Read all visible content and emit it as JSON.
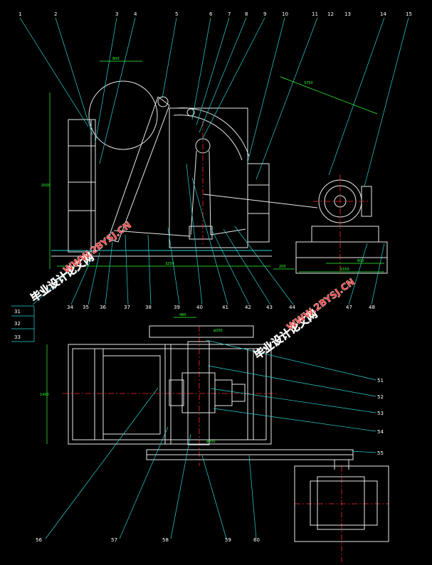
{
  "callouts_top": [
    "1",
    "2",
    "3",
    "4",
    "5",
    "6",
    "7",
    "8",
    "9",
    "10",
    "11",
    "12",
    "13",
    "14",
    "15"
  ],
  "callouts_bottom_row": [
    "34",
    "35",
    "36",
    "37",
    "38",
    "39",
    "40",
    "41",
    "42",
    "43",
    "44",
    "47",
    "48"
  ],
  "callouts_left_stack": [
    "31",
    "32",
    "33"
  ],
  "callouts_right": [
    "51",
    "52",
    "53",
    "54",
    "55"
  ],
  "callouts_bottom": [
    "56",
    "57",
    "58",
    "59",
    "60"
  ],
  "dimensions": {
    "d_top_left": "800",
    "d_top_right": "3750",
    "d_height": "2000",
    "d_bottom_a": "3250",
    "d_bottom_b": "200",
    "d_motor_a": "600",
    "d_motor_b": "1550",
    "d_plan_top": "480",
    "d_plan_shaft": "ø200",
    "d_plan_side": "1400",
    "d_plan_bar": "ø200"
  },
  "watermarks": [
    {
      "cn": "毕业设计论文网",
      "url": "WWW.2BYSJ.CN"
    },
    {
      "cn": "毕业设计论文网",
      "url": "WWW.2BYSJ.CN"
    }
  ],
  "colors": {
    "background": "#000000",
    "outline": "#ffffff",
    "leader": "#2ad4d4",
    "centerline": "#ff2a2a",
    "dimension": "#33ff33",
    "watermark_cn": "#ff3b3b",
    "watermark_url": "#ff3b3b"
  }
}
